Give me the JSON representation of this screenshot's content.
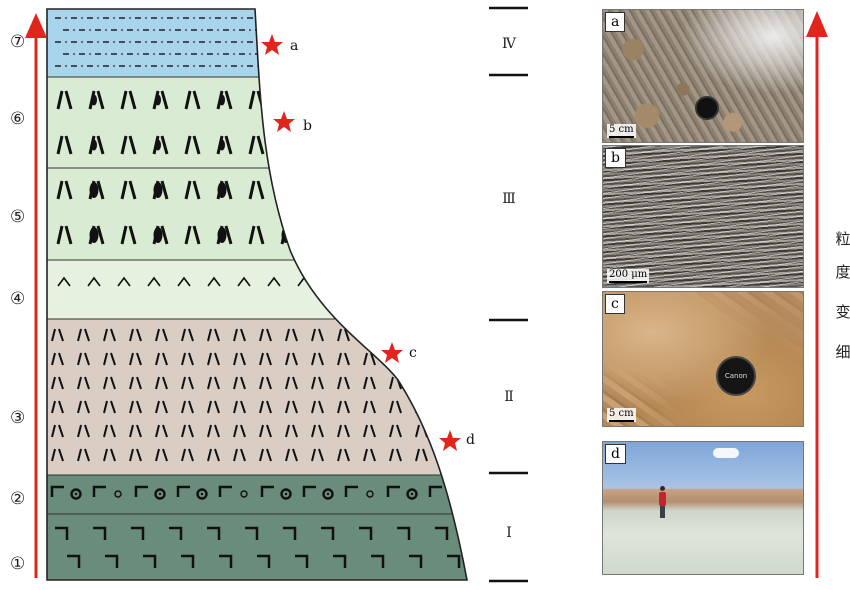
{
  "layer_numbers": [
    "⑦",
    "⑥",
    "⑤",
    "④",
    "③",
    "②",
    "①"
  ],
  "unit_labels": [
    "Ⅳ",
    "Ⅲ",
    "Ⅱ",
    "Ⅰ"
  ],
  "sample_markers": [
    "a",
    "b",
    "c",
    "d"
  ],
  "arrow_text": [
    "粒",
    "度",
    "变",
    "细"
  ],
  "photos": [
    {
      "tag": "a",
      "scale": "5 cm"
    },
    {
      "tag": "b",
      "scale": "200 μm"
    },
    {
      "tag": "c",
      "scale": "5 cm",
      "cap_text": "Canon"
    },
    {
      "tag": "d"
    }
  ],
  "colors": {
    "arrow": "#e0261c",
    "star": "#e0261c",
    "unit7": "#a8d4ec",
    "unit6_5": "#d9ebd2",
    "unit4": "#e6f1e0",
    "unit3": "#d9cdc4",
    "unit2_1": "#6a8c7b"
  }
}
